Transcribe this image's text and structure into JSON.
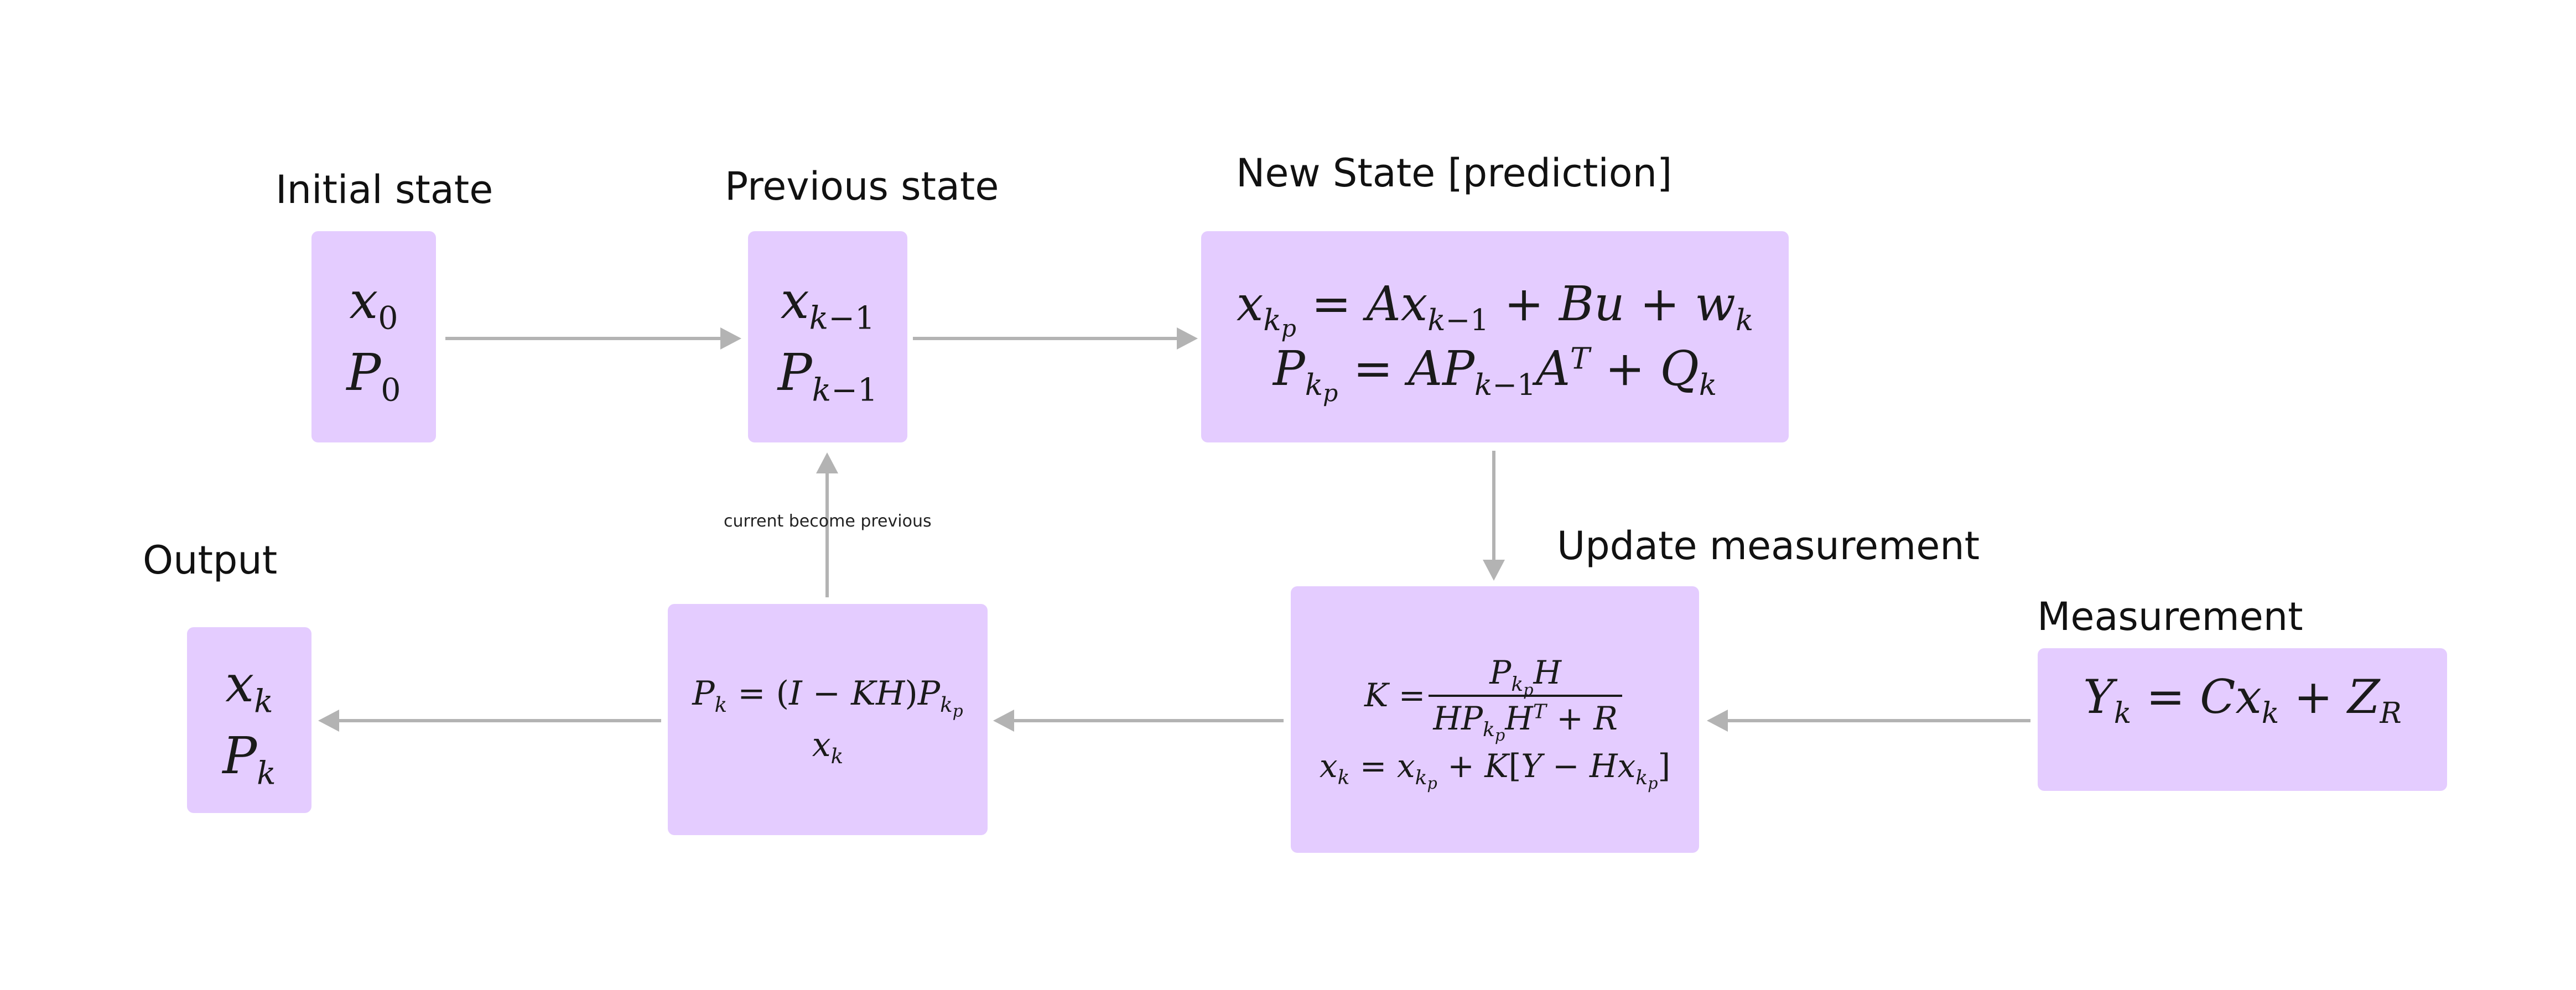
{
  "colors": {
    "box_fill": "#e4ccff",
    "arrow": "#b3b3b3",
    "text": "#111111"
  },
  "labels": {
    "initial_state": "Initial state",
    "previous_state": "Previous state",
    "new_state": "New State [prediction]",
    "update_measurement": "Update measurement",
    "measurement": "Measurement",
    "output": "Output",
    "current_become_previous": "current become previous"
  },
  "boxes": {
    "initial": {
      "eq1": "x₀",
      "eq2": "P₀"
    },
    "previous": {
      "eq1": "xₖ₋₁",
      "eq2": "Pₖ₋₁"
    },
    "prediction": {
      "eq1": "x_kp = A x_{k-1} + B u + w_k",
      "eq2": "P_kp = A P_{k-1} A^T + Q_k"
    },
    "update": {
      "gain": "K = P_kp H / (H P_kp H^T + R)",
      "state": "x_k = x_kp + K[Y - H x_kp]"
    },
    "covariance": {
      "eq1": "P_k = (I - KH) P_kp",
      "eq2": "x_k"
    },
    "measurement": {
      "eq1": "Y_k = C x_k + Z_R"
    },
    "output": {
      "eq1": "x_k",
      "eq2": "P_k"
    }
  }
}
